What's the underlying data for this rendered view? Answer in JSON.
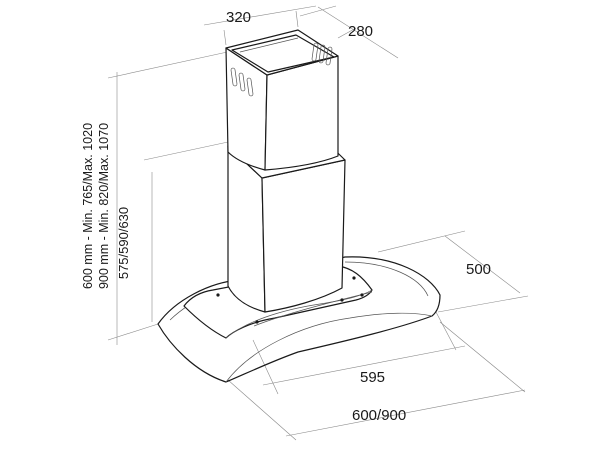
{
  "diagram": {
    "subject": "chimney cooker hood with curved glass canopy",
    "dimensions": {
      "chimney_width": "320",
      "chimney_depth": "280",
      "canopy_depth": "500",
      "body_width": "595",
      "total_width": "600/900",
      "canopy_height": "575/590/630",
      "height_600": "600 mm - Min. 765/Max. 1020",
      "height_900": "900 mm - Min. 820/Max. 1070"
    }
  }
}
